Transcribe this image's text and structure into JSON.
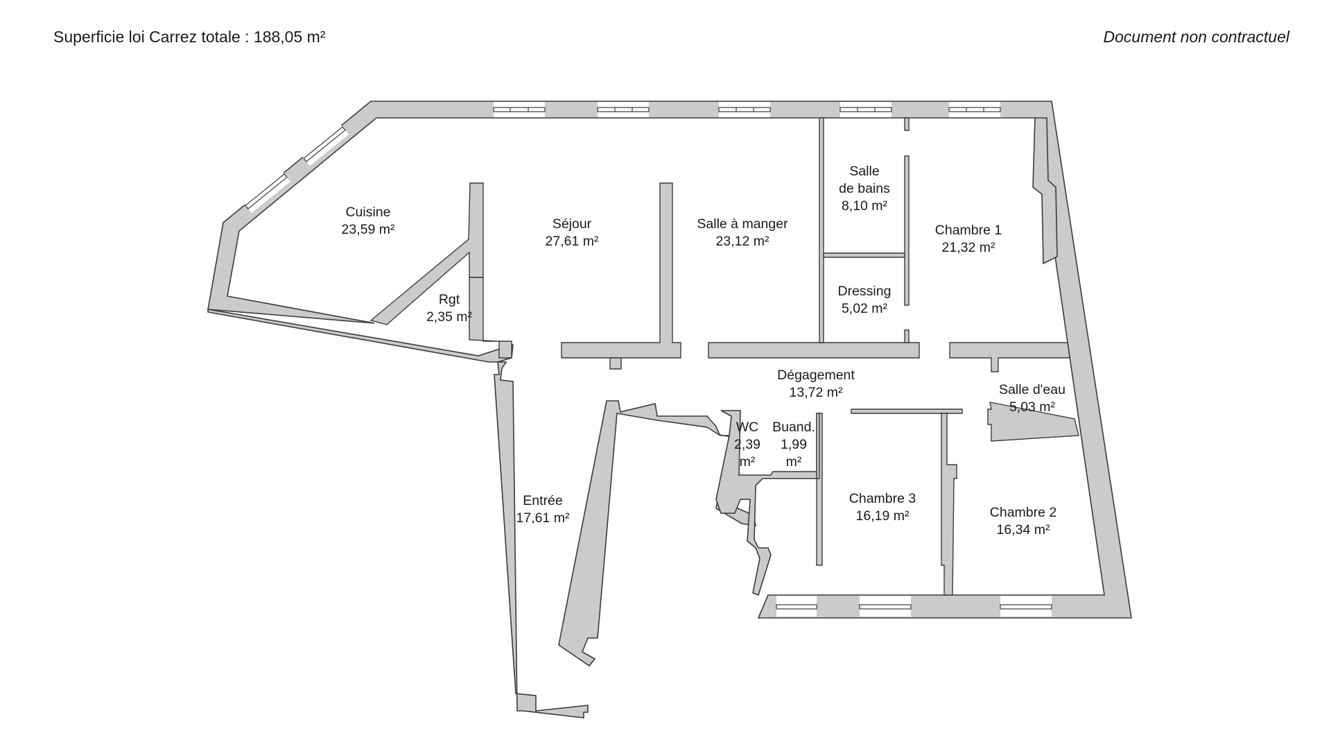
{
  "header": {
    "total_area": "Superficie loi Carrez totale : 188,05 m²",
    "disclaimer": "Document non contractuel"
  },
  "rooms": {
    "cuisine": {
      "name": "Cuisine",
      "area": "23,59 m²"
    },
    "sejour": {
      "name": "Séjour",
      "area": "27,61 m²"
    },
    "salle_a_manger": {
      "name": "Salle à manger",
      "area": "23,12 m²"
    },
    "salle_de_bains": {
      "name1": "Salle",
      "name2": "de bains",
      "area": "8,10 m²"
    },
    "chambre1": {
      "name": "Chambre 1",
      "area": "21,32 m²"
    },
    "dressing": {
      "name": "Dressing",
      "area": "5,02 m²"
    },
    "rgt": {
      "name": "Rgt",
      "area": "2,35 m²"
    },
    "degagement": {
      "name": "Dégagement",
      "area": "13,72 m²"
    },
    "salle_deau": {
      "name": "Salle d'eau",
      "area": "5,03 m²"
    },
    "wc": {
      "name": "WC",
      "area1": "2,39",
      "area2": "m²"
    },
    "buanderie": {
      "name": "Buand.",
      "area1": "1,99",
      "area2": "m²"
    },
    "entree": {
      "name": "Entrée",
      "area": "17,61 m²"
    },
    "chambre3": {
      "name": "Chambre 3",
      "area": "16,19 m²"
    },
    "chambre2": {
      "name": "Chambre 2",
      "area": "16,34 m²"
    }
  },
  "colors": {
    "wall": "#cbcbcb",
    "outline": "#3a3a3a",
    "text": "#1a1a1a"
  }
}
